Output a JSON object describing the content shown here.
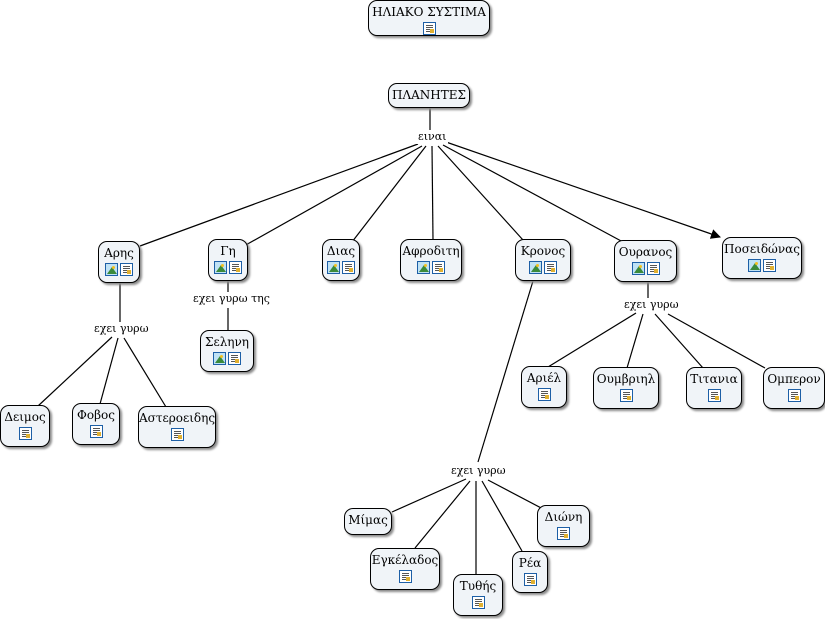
{
  "nodes": {
    "solar_system": "ΗΛΙΑΚΟ ΣΥΣΤΙΜΑ",
    "planets": "ΠΛΑΝΗΤΕΣ",
    "mars": "Αρης",
    "earth": "Γη",
    "jupiter": "Διας",
    "venus": "Αφροδιτη",
    "saturn": "Κρονος",
    "uranus": "Ουρανος",
    "neptune": "Ποσειδώνας",
    "deimos": "Δειμος",
    "phobos": "Φοβος",
    "asteroid": "Αστεροειδης",
    "moon": "Σεληνη",
    "ariel": "Αριέλ",
    "umbriel": "Ουμβριηλ",
    "titania": "Τιτανια",
    "oberon": "Ομπερον",
    "mimas": "Μίμας",
    "enceladus": "Εγκέλαδος",
    "tethys": "Τυθής",
    "rhea": "Ρέα",
    "dione": "Διώνη"
  },
  "links": {
    "are": "ειναι",
    "mars_orbit": "εχει γυρω",
    "earth_orbit": "εχει γυρω της",
    "uranus_orbit": "εχει γυρω",
    "saturn_orbit": "εχει γυρω"
  },
  "colors": {
    "node_fill": "#f0f4f8",
    "icon_border": "#1d5fa6",
    "line": "#000000"
  },
  "icons": [
    "doc-icon",
    "image-icon"
  ]
}
